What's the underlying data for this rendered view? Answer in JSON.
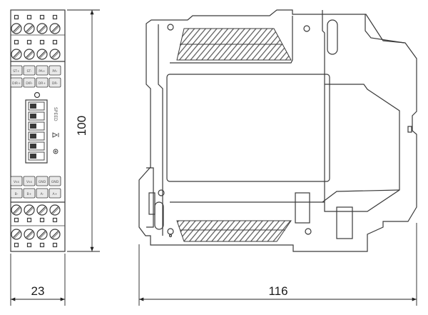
{
  "dimensions": {
    "width_front": "23",
    "height": "100",
    "length_side": "116"
  },
  "front_panel": {
    "label_rows": [
      [
        "ST+",
        "ST-",
        "PA+",
        "PA-"
      ],
      [
        "DIR+",
        "DIR-",
        "DR+",
        "DR-"
      ]
    ],
    "speed_label": "SPEED",
    "lower_rows": [
      [
        "Vss",
        "Vss",
        "GND",
        "GND"
      ],
      [
        "B-",
        "B+",
        "A-",
        "A+"
      ]
    ]
  },
  "colors": {
    "line": "#3a3a3a",
    "label_fill": "#e9e9e9",
    "hatch": "#555555"
  }
}
